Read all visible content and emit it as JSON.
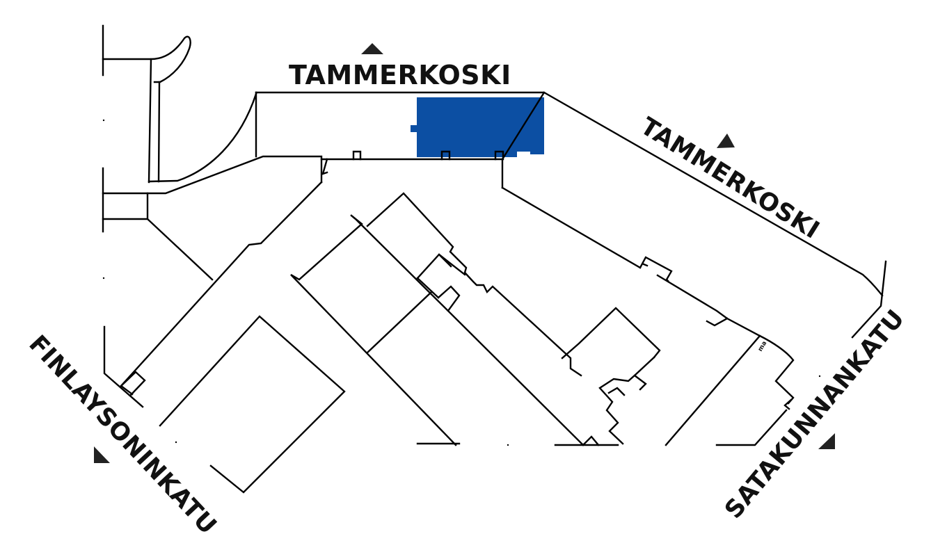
{
  "map": {
    "highlight_color": "#0c4fa3",
    "line_color": "#000000",
    "labels": {
      "river_top": "TAMMERKOSKI",
      "river_right": "TAMMERKOSKI",
      "street_left": "FINLAYSONINKATU",
      "street_right": "SATAKUNNANKATU",
      "small_tag": "ma"
    },
    "arrow_icon": "triangle-up-arrow"
  }
}
